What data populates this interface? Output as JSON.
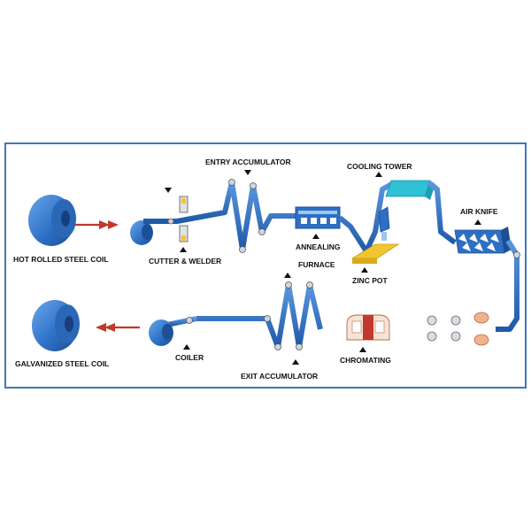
{
  "colors": {
    "frame": "#3f78b8",
    "strip": "#2d6fc4",
    "strip_dark": "#1d4f93",
    "coil": "#2f72c8",
    "arrow": "#c0392b",
    "zinc": "#f2c531",
    "cooling": "#2fc1d6",
    "chromating": "#e9855a"
  },
  "labels": {
    "hot_rolled_coil": "HOT ROLLED STEEL COIL",
    "cutter_welder": "CUTTER & WELDER",
    "entry_accumulator": "ENTRY ACCUMULATOR",
    "annealing_1": "ANNEALING",
    "annealing_2": "FURNACE",
    "cooling_tower": "COOLING TOWER",
    "zinc_pot": "ZINC POT",
    "air_knife": "AIR KNIFE",
    "chromating": "CHROMATING",
    "exit_accumulator": "EXIT ACCUMULATOR",
    "coiler": "COILER",
    "galvanized_coil": "GALVANIZED STEEL COIL"
  },
  "icons": {
    "marker": "triangle-marker-icon",
    "flow": "flow-arrow-icon",
    "roller": "roller-icon"
  }
}
